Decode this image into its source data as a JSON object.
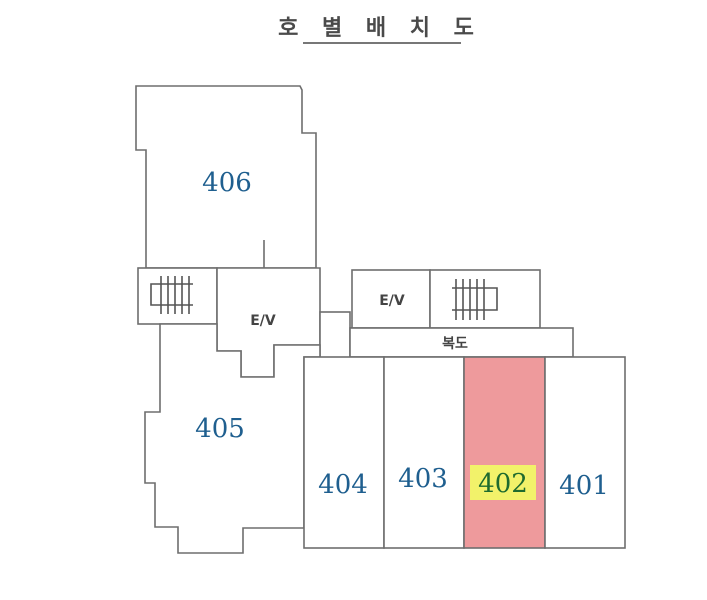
{
  "title": "호 별 배 치 도",
  "colors": {
    "wall": "#6e6e6e",
    "unit_label": "#1f5f8f",
    "selected_unit_fill": "#ee9a9c",
    "selected_label_highlight": "#f2f26a",
    "selected_label_text": "#1e6b2e"
  },
  "units": [
    {
      "id": "406",
      "label": "406"
    },
    {
      "id": "405",
      "label": "405"
    },
    {
      "id": "404",
      "label": "404"
    },
    {
      "id": "403",
      "label": "403"
    },
    {
      "id": "402",
      "label": "402",
      "selected": true
    },
    {
      "id": "401",
      "label": "401"
    }
  ],
  "elevators": [
    {
      "label": "E/V"
    },
    {
      "label": "E/V"
    }
  ],
  "corridor": {
    "label": "복도"
  },
  "stairs": [
    {
      "icon": "stairs-icon"
    },
    {
      "icon": "stairs-icon"
    }
  ]
}
